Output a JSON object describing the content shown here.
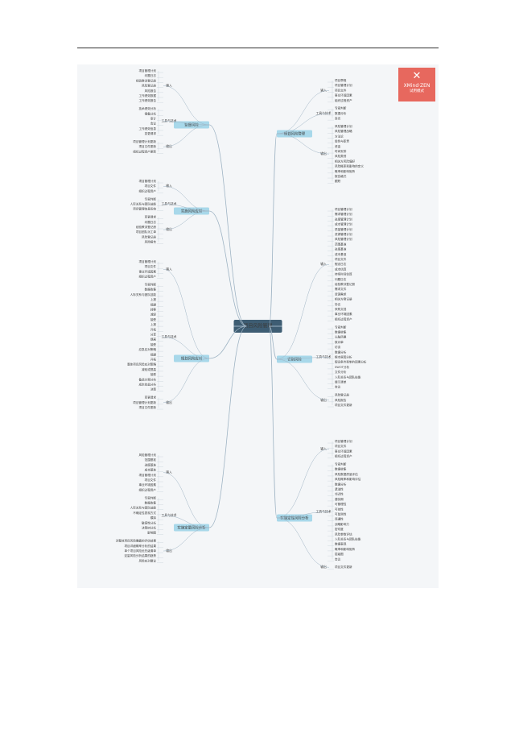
{
  "watermark": {
    "icon": "xmind-x-icon",
    "text": "XMind·ZEN",
    "sub": "试用模式",
    "color": "#e7685e"
  },
  "colors": {
    "branch": "#9fb4c4",
    "node_fill": "#a8d8ea",
    "root_fill": "#3e5d73",
    "leaf_line": "#c9d3db"
  },
  "mindmap": {
    "root": "项目风险管理",
    "left": [
      {
        "label": "监督风险",
        "groups": [
          {
            "label": "输入",
            "items": [
              "项目管理计划",
              "问题日志",
              "经验教训登记册",
              "风险登记册",
              "风险报告",
              "工作绩效数据",
              "工作绩效报告"
            ]
          },
          {
            "label": "工具与技术",
            "items": [
              "技术绩效分析",
              "储备分析",
              "审计",
              "会议",
              "工作绩效信息",
              "变更请求"
            ]
          },
          {
            "label": "输出",
            "items": [
              "项目管理计划更新",
              "项目文件更新",
              "组织过程资产更新"
            ]
          }
        ]
      },
      {
        "label": "实施风险应对",
        "groups": [
          {
            "label": "输入",
            "items": [
              "项目管理计划",
              "项目文件",
              "组织过程资产"
            ]
          },
          {
            "label": "工具与技术",
            "items": [
              "专家判断",
              "人际关系与团队技能",
              "项目管理信息系统"
            ]
          },
          {
            "label": "输出",
            "items": [
              "变更请求",
              "问题日志",
              "经验教训登记册",
              "项目团队派工单",
              "风险登记册",
              "风险报告"
            ]
          }
        ]
      },
      {
        "label": "规划风险应对",
        "groups": [
          {
            "label": "输入",
            "items": [
              "项目管理计划",
              "项目文件",
              "事业环境因素",
              "组织过程资产"
            ]
          },
          {
            "label": "工具与技术",
            "items": [
              "专家判断",
              "数据收集",
              "人际关系与团队技能",
              "上报",
              "规避",
              "转移",
              "减轻",
              "接受",
              "上报",
              "开拓",
              "分享",
              "提高",
              "接受",
              "应急应对策略",
              "规避",
              "开拓",
              "整体项目风险应对策略",
              "减轻或提高",
              "接受",
              "备选方案分析",
              "成本效益分析",
              "决策"
            ]
          },
          {
            "label": "输出",
            "items": [
              "变更请求",
              "项目管理计划更新",
              "项目文件更新"
            ]
          }
        ]
      },
      {
        "label": "实施定量风险分析",
        "groups": [
          {
            "label": "输入",
            "items": [
              "风险管理计划",
              "范围基准",
              "进度基准",
              "成本基准",
              "项目管理计划",
              "项目文件",
              "事业环境因素",
              "组织过程资产"
            ]
          },
          {
            "label": "工具与技术",
            "items": [
              "专家判断",
              "数据收集",
              "人际关系与团队技能",
              "不确定性表现方式",
              "模拟",
              "敏感性分析",
              "决策树分析",
              "影响图"
            ]
          },
          {
            "label": "输出",
            "items": [
              "对整体项目风险暴露的评估结果",
              "项目详细概率分析的结果",
              "单个项目风险优先级清单",
              "定量风险分析结果的趋势",
              "风险应对建议"
            ]
          }
        ]
      }
    ],
    "right": [
      {
        "label": "规划风险管理",
        "groups": [
          {
            "label": "输入",
            "items": [
              "项目章程",
              "项目管理计划",
              "项目文件",
              "事业环境因素",
              "组织过程资产"
            ]
          },
          {
            "label": "工具与技术",
            "items": [
              "专家判断",
              "数据分析",
              "会议"
            ]
          },
          {
            "label": "输出",
            "items": [
              "风险管理计划",
              "风险管理战略",
              "方法论",
              "角色与职责",
              "资金",
              "时间安排",
              "风险类别",
              "相关方风险偏好",
              "风险概率和影响的定义",
              "概率和影响矩阵",
              "报告格式",
              "跟踪"
            ]
          }
        ]
      },
      {
        "label": "识别风险",
        "groups": [
          {
            "label": "输入",
            "items": [
              "项目管理计划",
              "需求管理计划",
              "进度管理计划",
              "成本管理计划",
              "质量管理计划",
              "资源管理计划",
              "风险管理计划",
              "范围基准",
              "进度基准",
              "成本基准",
              "项目文件",
              "假设日志",
              "成本估算",
              "持续时间估算",
              "问题日志",
              "经验教训登记册",
              "需求文件",
              "资源需求",
              "相关方登记册",
              "协议",
              "采购文档",
              "事业环境因素",
              "组织过程资产"
            ]
          },
          {
            "label": "工具与技术",
            "items": [
              "专家判断",
              "数据收集",
              "头脑风暴",
              "核对单",
              "访谈",
              "数据分析",
              "根本原因分析",
              "假设条件和制约因素分析",
              "SWOT分析",
              "文件分析",
              "人际关系与团队技能",
              "提示清单",
              "会议"
            ]
          },
          {
            "label": "输出",
            "items": [
              "风险登记册",
              "风险报告",
              "项目文件更新"
            ]
          }
        ]
      },
      {
        "label": "实施定性风险分析",
        "groups": [
          {
            "label": "输入",
            "items": [
              "项目管理计划",
              "项目文件",
              "事业环境因素",
              "组织过程资产"
            ]
          },
          {
            "label": "工具与技术",
            "items": [
              "专家判断",
              "数据收集",
              "风险数据质量评估",
              "风险概率和影响评估",
              "数据分析",
              "紧迫性",
              "邻近性",
              "潜伏期",
              "可管理性",
              "可控性",
              "可监测性",
              "连通性",
              "战略影响力",
              "密切度",
              "风险参数评估",
              "人际关系与团队技能",
              "数据表现",
              "概率和影响矩阵",
              "层级图",
              "会议"
            ]
          },
          {
            "label": "输出",
            "items": [
              "项目文件更新"
            ]
          }
        ]
      }
    ]
  }
}
